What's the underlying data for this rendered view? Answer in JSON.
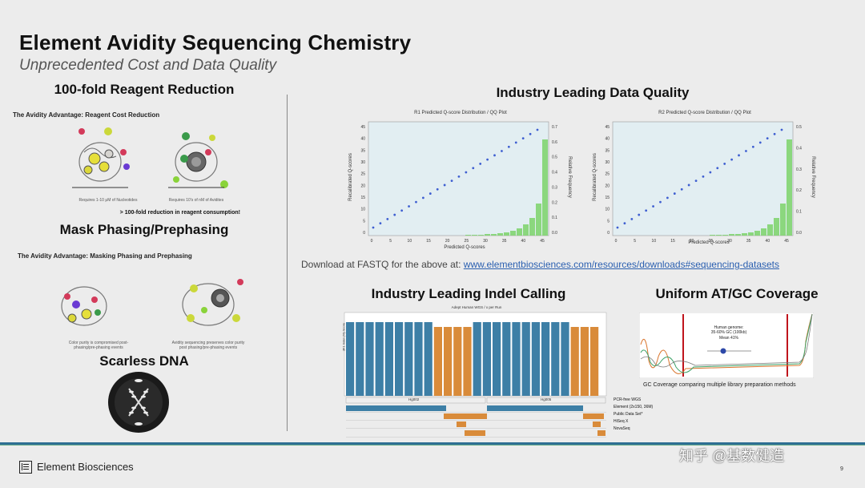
{
  "header": {
    "title": "Element Avidity Sequencing Chemistry",
    "subtitle": "Unprecedented Cost and Data Quality"
  },
  "left": {
    "reagent": {
      "heading": "100-fold Reagent Reduction",
      "panel_title": "The Avidity Advantage: Reagent Cost Reduction",
      "caption_left": "Requires 1-10 μM of Nucleotides",
      "caption_right": "Requires 10's of nM of Avidites",
      "statement": "> 100-fold reduction in reagent consumption!"
    },
    "phasing": {
      "heading": "Mask Phasing/Prephasing",
      "panel_title": "The Avidity Advantage: Masking Phasing and Prephasing",
      "caption_left": "Color purity is compromised post-phasing/pre-phasing events",
      "caption_right": "Avidity sequencing preserves color purity post phasing/pre-phasing events"
    },
    "scarless": {
      "heading": "Scarless DNA"
    }
  },
  "quality": {
    "heading": "Industry Leading Data Quality",
    "plot_r1": {
      "title": "R1 Predicted Q-score Distribution / QQ Plot",
      "xlabel": "Predicted Q-scores",
      "ylabel": "Recalibrated Q-scores",
      "y2label": "Relative Frequency",
      "xticks": [
        "0",
        "5",
        "10",
        "15",
        "20",
        "25",
        "30",
        "35",
        "40",
        "45"
      ],
      "yticks": [
        "0",
        "5",
        "10",
        "15",
        "20",
        "25",
        "30",
        "35",
        "40",
        "45"
      ],
      "y2ticks": [
        "0.0",
        "0.1",
        "0.2",
        "0.3",
        "0.4",
        "0.5",
        "0.6",
        "0.7"
      ]
    },
    "plot_r2": {
      "title": "R2 Predicted Q-score Distribution / QQ Plot",
      "xlabel": "Predicted Q-scores",
      "ylabel": "Recalibrated Q-scores",
      "y2label": "Relative Frequency",
      "xticks": [
        "0",
        "5",
        "10",
        "15",
        "20",
        "25",
        "30",
        "35",
        "40",
        "45"
      ],
      "yticks": [
        "0",
        "5",
        "10",
        "15",
        "20",
        "25",
        "30",
        "35",
        "40",
        "45"
      ],
      "y2ticks": [
        "0.0",
        "0.1",
        "0.2",
        "0.3",
        "0.4",
        "0.5"
      ]
    },
    "download_text": "Download at FASTQ for the above at: ",
    "download_link": "www.elementbiosciences.com/resources/downloads#sequencing-datasets"
  },
  "indel": {
    "heading": "Industry Leading Indel Calling",
    "chart_title": "Adept Human WGS / x per Run",
    "ylabel": "dF1 Indel (%) Score",
    "group_labels": [
      "Hg002",
      "Hg005"
    ],
    "legend": [
      "PCR-free WGS",
      "Element (2x150, 36M)",
      "Public Data Set*",
      "HiSeq X",
      "NovaSeq"
    ]
  },
  "coverage": {
    "heading": "Uniform AT/GC Coverage",
    "annotation_line1": "Human genome:",
    "annotation_line2": "35-60% GC (100kb)",
    "annotation_line3": "Mean 41%",
    "caption": "GC Coverage comparing multiple library preparation methods"
  },
  "footer": {
    "company": "Element Biosciences",
    "page_number": "9",
    "watermark": "知乎 @基数健造"
  },
  "colors": {
    "blue_bar": "#3d7fa6",
    "orange_bar": "#d98b3a",
    "green_hist": "#7bd26a",
    "qq_dots": "#3f5fd1",
    "footer_blue": "#2e6f93",
    "link_blue": "#2a5fb0"
  }
}
